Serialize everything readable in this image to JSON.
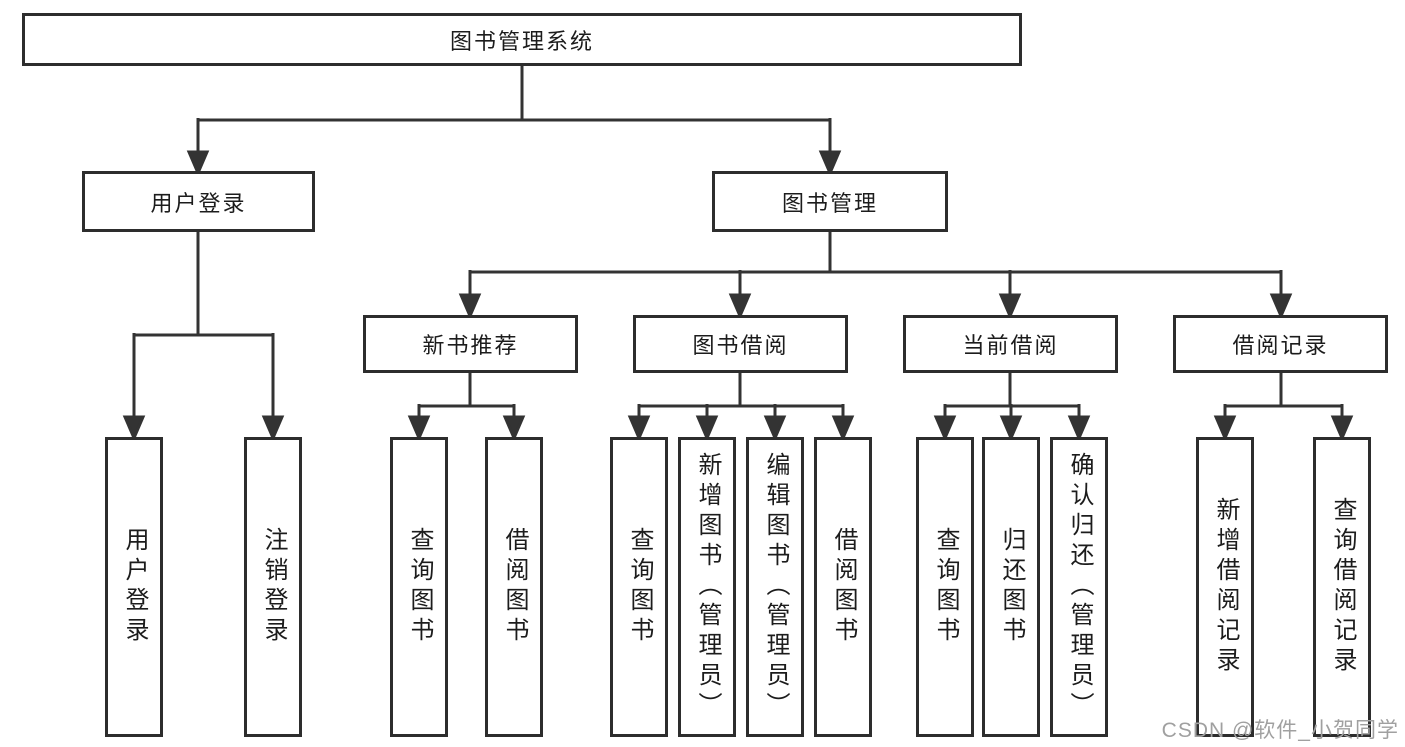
{
  "diagram": {
    "root": "图书管理系统",
    "level2": [
      "用户登录",
      "图书管理"
    ],
    "level3": [
      "新书推荐",
      "图书借阅",
      "当前借阅",
      "借阅记录"
    ],
    "leaves": {
      "user_login": [
        "用户登录",
        "注销登录"
      ],
      "new_book_recommend": [
        "查询图书",
        "借阅图书"
      ],
      "book_borrow": [
        "查询图书",
        "新增图书（管理员）",
        "编辑图书（管理员）",
        "借阅图书"
      ],
      "current_borrow": [
        "查询图书",
        "归还图书",
        "确认归还（管理员）"
      ],
      "borrow_record": [
        "新增借阅记录",
        "查询借阅记录"
      ]
    }
  },
  "watermark": "CSDN @软件_小贺同学",
  "colors": {
    "line": "#333333",
    "box_border": "#2d2d2d",
    "text": "#1c1c1c",
    "background": "#ffffff",
    "watermark": "#a0a0a0"
  }
}
